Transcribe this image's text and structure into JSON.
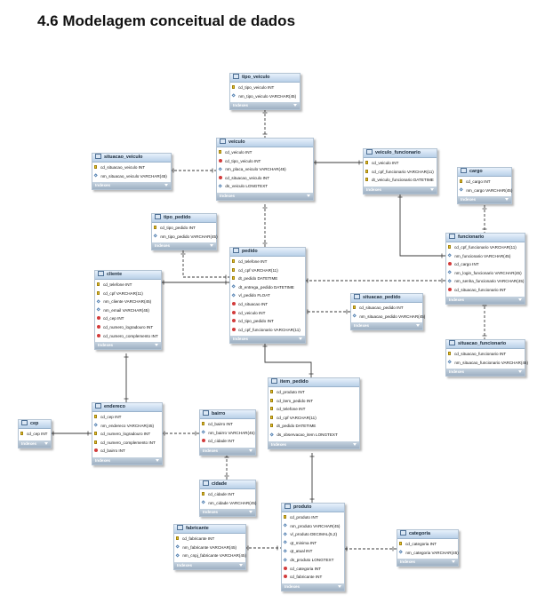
{
  "page": {
    "title": "4.6 Modelagem conceitual de dados"
  },
  "tables": [
    {
      "id": "tipo_veiculo",
      "name": "tipo_veiculo",
      "footer": "Indexes",
      "columns": [
        {
          "text": "cd_tipo_veiculo INT",
          "key": "pk"
        },
        {
          "text": "nm_tipo_veiculo VARCHAR(45)",
          "key": "col"
        }
      ]
    },
    {
      "id": "veiculo",
      "name": "veiculo",
      "footer": "Indexes",
      "columns": [
        {
          "text": "cd_veiculo INT",
          "key": "pk"
        },
        {
          "text": "cd_tipo_veiculo INT",
          "key": "fk"
        },
        {
          "text": "nm_placa_veiculo VARCHAR(45)",
          "key": "col"
        },
        {
          "text": "cd_situacao_veiculo INT",
          "key": "fk"
        },
        {
          "text": "ds_veiculo LONGTEXT",
          "key": "col"
        }
      ]
    },
    {
      "id": "situacao_veiculo",
      "name": "situacao_veiculo",
      "footer": "Indexes",
      "columns": [
        {
          "text": "cd_situacao_veiculo INT",
          "key": "pk"
        },
        {
          "text": "nm_situacao_veiculo VARCHAR(45)",
          "key": "col"
        }
      ]
    },
    {
      "id": "veiculo_funcionario",
      "name": "veiculo_funcionario",
      "footer": "Indexes",
      "columns": [
        {
          "text": "cd_veiculo INT",
          "key": "pk"
        },
        {
          "text": "cd_cpf_funcionario VARCHAR(11)",
          "key": "pk"
        },
        {
          "text": "dt_veiculo_funcionario DATETIME",
          "key": "pk"
        }
      ]
    },
    {
      "id": "cargo",
      "name": "cargo",
      "footer": "Indexes",
      "columns": [
        {
          "text": "cd_cargo INT",
          "key": "pk"
        },
        {
          "text": "nm_cargo VARCHAR(45)",
          "key": "col"
        }
      ]
    },
    {
      "id": "tipo_pedido",
      "name": "tipo_pedido",
      "footer": "Indexes",
      "columns": [
        {
          "text": "cd_tipo_pedido INT",
          "key": "pk"
        },
        {
          "text": "nm_tipo_pedido VARCHAR(45)",
          "key": "col"
        }
      ]
    },
    {
      "id": "funcionario",
      "name": "funcionario",
      "footer": "Indexes",
      "columns": [
        {
          "text": "cd_cpf_funcionario VARCHAR(11)",
          "key": "pk"
        },
        {
          "text": "nm_funcionario VARCHAR(45)",
          "key": "col"
        },
        {
          "text": "cd_cargo INT",
          "key": "fk"
        },
        {
          "text": "nm_login_funcionario VARCHAR(45)",
          "key": "col"
        },
        {
          "text": "nm_senha_funcionario VARCHAR(45)",
          "key": "col"
        },
        {
          "text": "cd_situacao_funcionario INT",
          "key": "fk"
        }
      ]
    },
    {
      "id": "cliente",
      "name": "cliente",
      "footer": "Indexes",
      "columns": [
        {
          "text": "cd_telefone INT",
          "key": "pk"
        },
        {
          "text": "cd_cpf VARCHAR(11)",
          "key": "pk"
        },
        {
          "text": "nm_cliente VARCHAR(45)",
          "key": "col"
        },
        {
          "text": "nm_email VARCHAR(45)",
          "key": "col"
        },
        {
          "text": "cd_cep INT",
          "key": "fk"
        },
        {
          "text": "cd_numero_logradouro INT",
          "key": "fk"
        },
        {
          "text": "cd_numero_complemento INT",
          "key": "fk"
        }
      ]
    },
    {
      "id": "pedido",
      "name": "pedido",
      "footer": "Indexes",
      "columns": [
        {
          "text": "cd_telefone INT",
          "key": "pk"
        },
        {
          "text": "cd_cpf VARCHAR(11)",
          "key": "pk"
        },
        {
          "text": "dt_pedido DATETIME",
          "key": "pk"
        },
        {
          "text": "dt_entrega_pedido DATETIME",
          "key": "col"
        },
        {
          "text": "vl_pedido FLOAT",
          "key": "col"
        },
        {
          "text": "cd_situacao INT",
          "key": "fk"
        },
        {
          "text": "cd_veiculo INT",
          "key": "fk"
        },
        {
          "text": "cd_tipo_pedido INT",
          "key": "fk"
        },
        {
          "text": "cd_cpf_funcionario VARCHAR(11)",
          "key": "fk"
        }
      ]
    },
    {
      "id": "situacao_pedido",
      "name": "situacao_pedido",
      "footer": "Indexes",
      "columns": [
        {
          "text": "cd_situacao_pedido INT",
          "key": "pk"
        },
        {
          "text": "nm_situacao_pedido VARCHAR(45)",
          "key": "col"
        }
      ]
    },
    {
      "id": "situacao_funcionario",
      "name": "situacao_funcionario",
      "footer": "Indexes",
      "columns": [
        {
          "text": "cd_situacao_funcionario INT",
          "key": "pk"
        },
        {
          "text": "nm_situacao_funcionario VARCHAR(45)",
          "key": "col"
        }
      ]
    },
    {
      "id": "item_pedido",
      "name": "item_pedido",
      "footer": "Indexes",
      "columns": [
        {
          "text": "cd_produto INT",
          "key": "pk"
        },
        {
          "text": "cd_item_pedido INT",
          "key": "pk"
        },
        {
          "text": "cd_telefone INT",
          "key": "pk"
        },
        {
          "text": "cd_cpf VARCHAR(11)",
          "key": "pk"
        },
        {
          "text": "dt_pedido DATETIME",
          "key": "pk"
        },
        {
          "text": "ds_observacao_item LONGTEXT",
          "key": "col"
        }
      ]
    },
    {
      "id": "cep",
      "name": "cep",
      "footer": "Indexes",
      "columns": [
        {
          "text": "cd_cep INT",
          "key": "pk"
        }
      ]
    },
    {
      "id": "endereco",
      "name": "endereco",
      "footer": "Indexes",
      "columns": [
        {
          "text": "cd_cep INT",
          "key": "pk"
        },
        {
          "text": "nm_endereco VARCHAR(45)",
          "key": "col"
        },
        {
          "text": "cd_numero_logradouro INT",
          "key": "pk"
        },
        {
          "text": "cd_numero_complemento INT",
          "key": "pk"
        },
        {
          "text": "cd_bairro INT",
          "key": "fk"
        }
      ]
    },
    {
      "id": "bairro",
      "name": "bairro",
      "footer": "Indexes",
      "columns": [
        {
          "text": "cd_bairro INT",
          "key": "pk"
        },
        {
          "text": "nm_bairro VARCHAR(45)",
          "key": "col"
        },
        {
          "text": "cd_cidade INT",
          "key": "fk"
        }
      ]
    },
    {
      "id": "cidade",
      "name": "cidade",
      "footer": "Indexes",
      "columns": [
        {
          "text": "cd_cidade INT",
          "key": "pk"
        },
        {
          "text": "nm_cidade VARCHAR(45)",
          "key": "col"
        }
      ]
    },
    {
      "id": "produto",
      "name": "produto",
      "footer": "Indexes",
      "columns": [
        {
          "text": "cd_produto INT",
          "key": "pk"
        },
        {
          "text": "nm_produto VARCHAR(45)",
          "key": "col"
        },
        {
          "text": "vl_produto DECIMAL(5,2)",
          "key": "col"
        },
        {
          "text": "qt_minima INT",
          "key": "col"
        },
        {
          "text": "qt_atual INT",
          "key": "col"
        },
        {
          "text": "ds_produto LONGTEXT",
          "key": "col"
        },
        {
          "text": "cd_categoria INT",
          "key": "fk"
        },
        {
          "text": "cd_fabricante INT",
          "key": "fk"
        }
      ]
    },
    {
      "id": "fabricante",
      "name": "fabricante",
      "footer": "Indexes",
      "columns": [
        {
          "text": "cd_fabricante INT",
          "key": "pk"
        },
        {
          "text": "nm_fabricante VARCHAR(45)",
          "key": "col"
        },
        {
          "text": "nm_cnpj_fabricante VARCHAR(45)",
          "key": "col"
        }
      ]
    },
    {
      "id": "categoria",
      "name": "categoria",
      "footer": "Indexes",
      "columns": [
        {
          "text": "cd_categoria INT",
          "key": "pk"
        },
        {
          "text": "nm_categoria VARCHAR(45)",
          "key": "col"
        }
      ]
    }
  ]
}
